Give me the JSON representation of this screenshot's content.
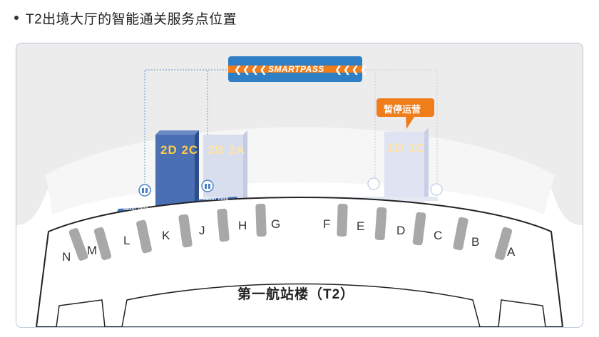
{
  "heading": "T2出境大厅的智能通关服务点位置",
  "smartpass": {
    "left_arrows": "❮❮❮❮",
    "label": "SMARTPASS",
    "right_arrows": "❮❮❮❮"
  },
  "suspended_label": "暂停运营",
  "zones": {
    "zone_2d2c": "2D 2C",
    "zone_2b2a": "2B 2A",
    "zone_1d1c": "1D 1C"
  },
  "gates": [
    "N",
    "M",
    "L",
    "K",
    "J",
    "H",
    "G",
    "F",
    "E",
    "D",
    "C",
    "B",
    "A"
  ],
  "terminal_label": "第一航站楼（T2）",
  "floor_strip_left": "SMART PASS",
  "floor_strip_right": "SMART PASS",
  "colors": {
    "accent_blue": "#4a6fb3",
    "smartpass_blue": "#2f7fc6",
    "suspended_orange": "#f07d1c",
    "zone_text": "#ffcb4a"
  }
}
